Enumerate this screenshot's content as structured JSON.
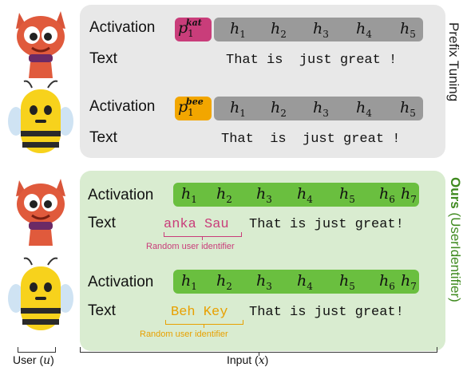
{
  "prefix_panel": {
    "side_label": "Prefix Tuning",
    "row1": {
      "activation_label": "Activation",
      "text_label": "Text",
      "prefix_base": "p",
      "prefix_sub": "1",
      "prefix_sup": "kat",
      "tokens": [
        "h1",
        "h2",
        "h3",
        "h4",
        "h5"
      ],
      "sentence": "That is  just great !"
    },
    "row2": {
      "activation_label": "Activation",
      "text_label": "Text",
      "prefix_base": "p",
      "prefix_sub": "1",
      "prefix_sup": "bee",
      "tokens": [
        "h1",
        "h2",
        "h3",
        "h4",
        "h5"
      ],
      "sentence": "That  is  just great !"
    }
  },
  "ours_panel": {
    "side_label_bold": "Ours",
    "side_label_rest": " (UserIdentifier)",
    "row1": {
      "activation_label": "Activation",
      "text_label": "Text",
      "identifier": "anka Sau",
      "sentence": "That is just great!",
      "note": "Random user identifier"
    },
    "row2": {
      "activation_label": "Activation",
      "text_label": "Text",
      "identifier": "Beh Key",
      "sentence": "That is just great!",
      "note": "Random user identifier"
    }
  },
  "footer": {
    "user_label": "User ",
    "user_var": "u",
    "input_label": "Input ",
    "input_var": "x"
  },
  "colors": {
    "kat_prefix": "#c93d7a",
    "bee_prefix": "#f2a600",
    "green_bar": "#6abf3f",
    "gray_bar": "#9a9a9a",
    "pink_text": "#c93d7a",
    "orange_text": "#e8a000",
    "ours_green": "#3f8a1f"
  },
  "icons": [
    "cat-avatar-icon",
    "bee-avatar-icon"
  ]
}
